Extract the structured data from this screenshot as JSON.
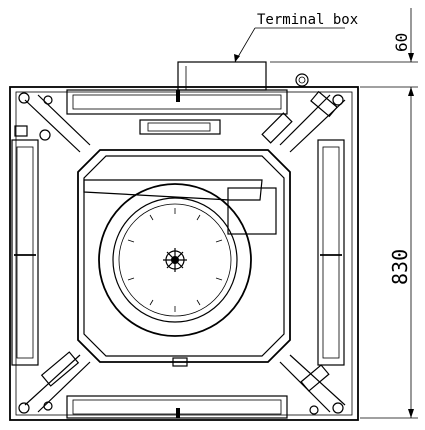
{
  "labels": {
    "terminal_box": "Terminal box",
    "dim_height": "830",
    "dim_box": "60"
  }
}
